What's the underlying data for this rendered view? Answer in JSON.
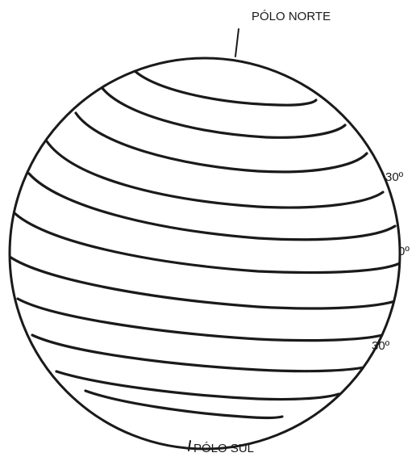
{
  "labels": {
    "north_pole": "PÓLO NORTE",
    "south_pole": "PÓLO SUL",
    "lat_north_30": "30º",
    "lat_equator": "0º",
    "lat_south_30": "30º"
  },
  "colors": {
    "stroke": "#1a1a1a",
    "background": "#ffffff"
  }
}
